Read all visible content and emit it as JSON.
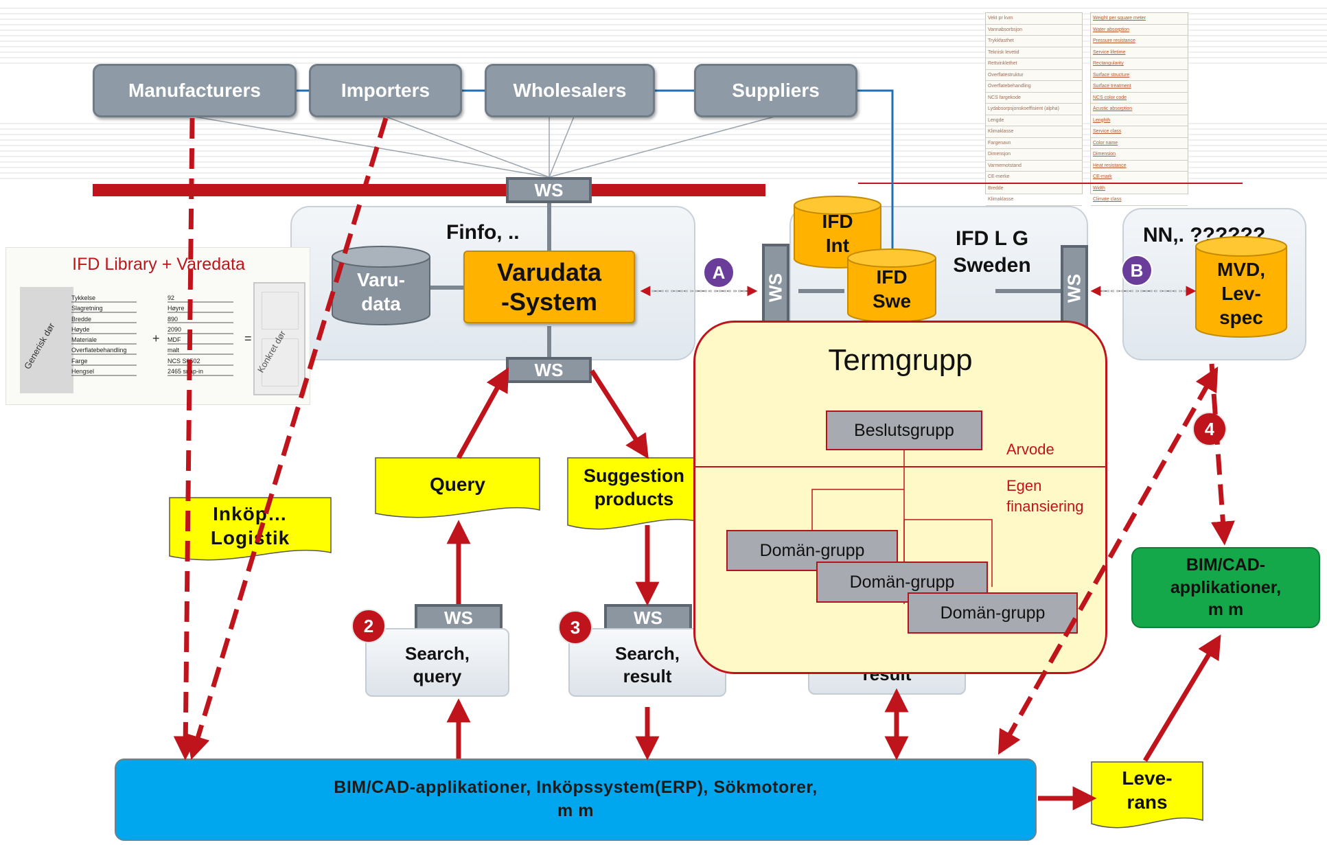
{
  "actors": {
    "manufacturers": "Manufacturers",
    "importers": "Importers",
    "wholesalers": "Wholesalers",
    "suppliers": "Suppliers"
  },
  "ws_label": "WS",
  "finfo": {
    "title": "Finfo, ..",
    "db_line1": "Varu-",
    "db_line2": "data",
    "system_line1": "Varudata",
    "system_line2": "-System"
  },
  "ifd": {
    "title_line1": "IFD L G",
    "title_line2": "Sweden",
    "int_line1": "IFD",
    "int_line2": "Int",
    "swe_line1": "IFD",
    "swe_line2": "Swe"
  },
  "nn": {
    "title": "NN,. ??????",
    "mvd_line1": "MVD,",
    "mvd_line2": "Lev-",
    "mvd_line3": "spec"
  },
  "markers": {
    "a": "A",
    "b": "B",
    "n2": "2",
    "n3": "3",
    "n4": "4"
  },
  "library": {
    "title": "IFD Library + Varedata",
    "generic": "Generisk dør",
    "concrete": "Konkret dør",
    "props": [
      "Tykkelse",
      "Slagretning",
      "Bredde",
      "Høyde",
      "Materiale",
      "Overflatebehandling",
      "Farge",
      "Hengsel"
    ],
    "values": [
      "92",
      "Høyre",
      "890",
      "2090",
      "MDF",
      "malt",
      "NCS S0502",
      "2465 snap-in"
    ]
  },
  "docs": {
    "query": "Query",
    "suggestion_line1": "Suggestion",
    "suggestion_line2": "products",
    "inkop_line1": "Inköp…",
    "inkop_line2": "Logistik",
    "leverans_line1": "Leve-",
    "leverans_line2": "rans"
  },
  "search": {
    "query_line1": "Search,",
    "query_line2": "query",
    "result_line1": "Search,",
    "result_line2": "result",
    "result3": "result"
  },
  "termgrupp": {
    "title": "Termgrupp",
    "beslut": "Beslutsgrupp",
    "arvode": "Arvode",
    "egen_line1": "Egen",
    "egen_line2": "finansiering",
    "doman": "Domän-grupp"
  },
  "bottom": {
    "line1": "BIM/CAD-applikationer, Inköpssystem(ERP), Sökmotorer,",
    "line2": "m m"
  },
  "green": {
    "line1": "BIM/CAD-",
    "line2": "applikationer,",
    "line3": "m m"
  },
  "sheet_sv": [
    "Vekt pr kvm",
    "Vannabsorbsjon",
    "Trykkfasthet",
    "Teknisk levetid",
    "Rettvinklethet",
    "Overflatestruktur",
    "Overflatebehandling",
    "NCS fargekode",
    "Lydabsorpsjonskoeffisient (alpha)",
    "Lengde",
    "Klimaklasse",
    "Fargenavn",
    "Dimensjon",
    "Varmemotstand",
    "CE-merke",
    "Bredde",
    "Klimaklasse"
  ],
  "sheet_en": [
    "Weight per square meter",
    "Water absorption",
    "Pressure resistance",
    "Service lifetime",
    "Rectangularity",
    "Surface structure",
    "Surface treatment",
    "NCS color code",
    "Acustic absorption",
    "Lenghth",
    "Service class",
    "Color name",
    "Dimension",
    "Heat resistance",
    "CE-mark",
    "Width",
    "Climate class"
  ],
  "colors": {
    "red": "#c0141c",
    "orange": "#ffb300",
    "yellow": "#ffff00",
    "blue": "#00a7ee",
    "green": "#14a84a",
    "gray": "#8e9aa5",
    "purple": "#6a3d9a"
  }
}
